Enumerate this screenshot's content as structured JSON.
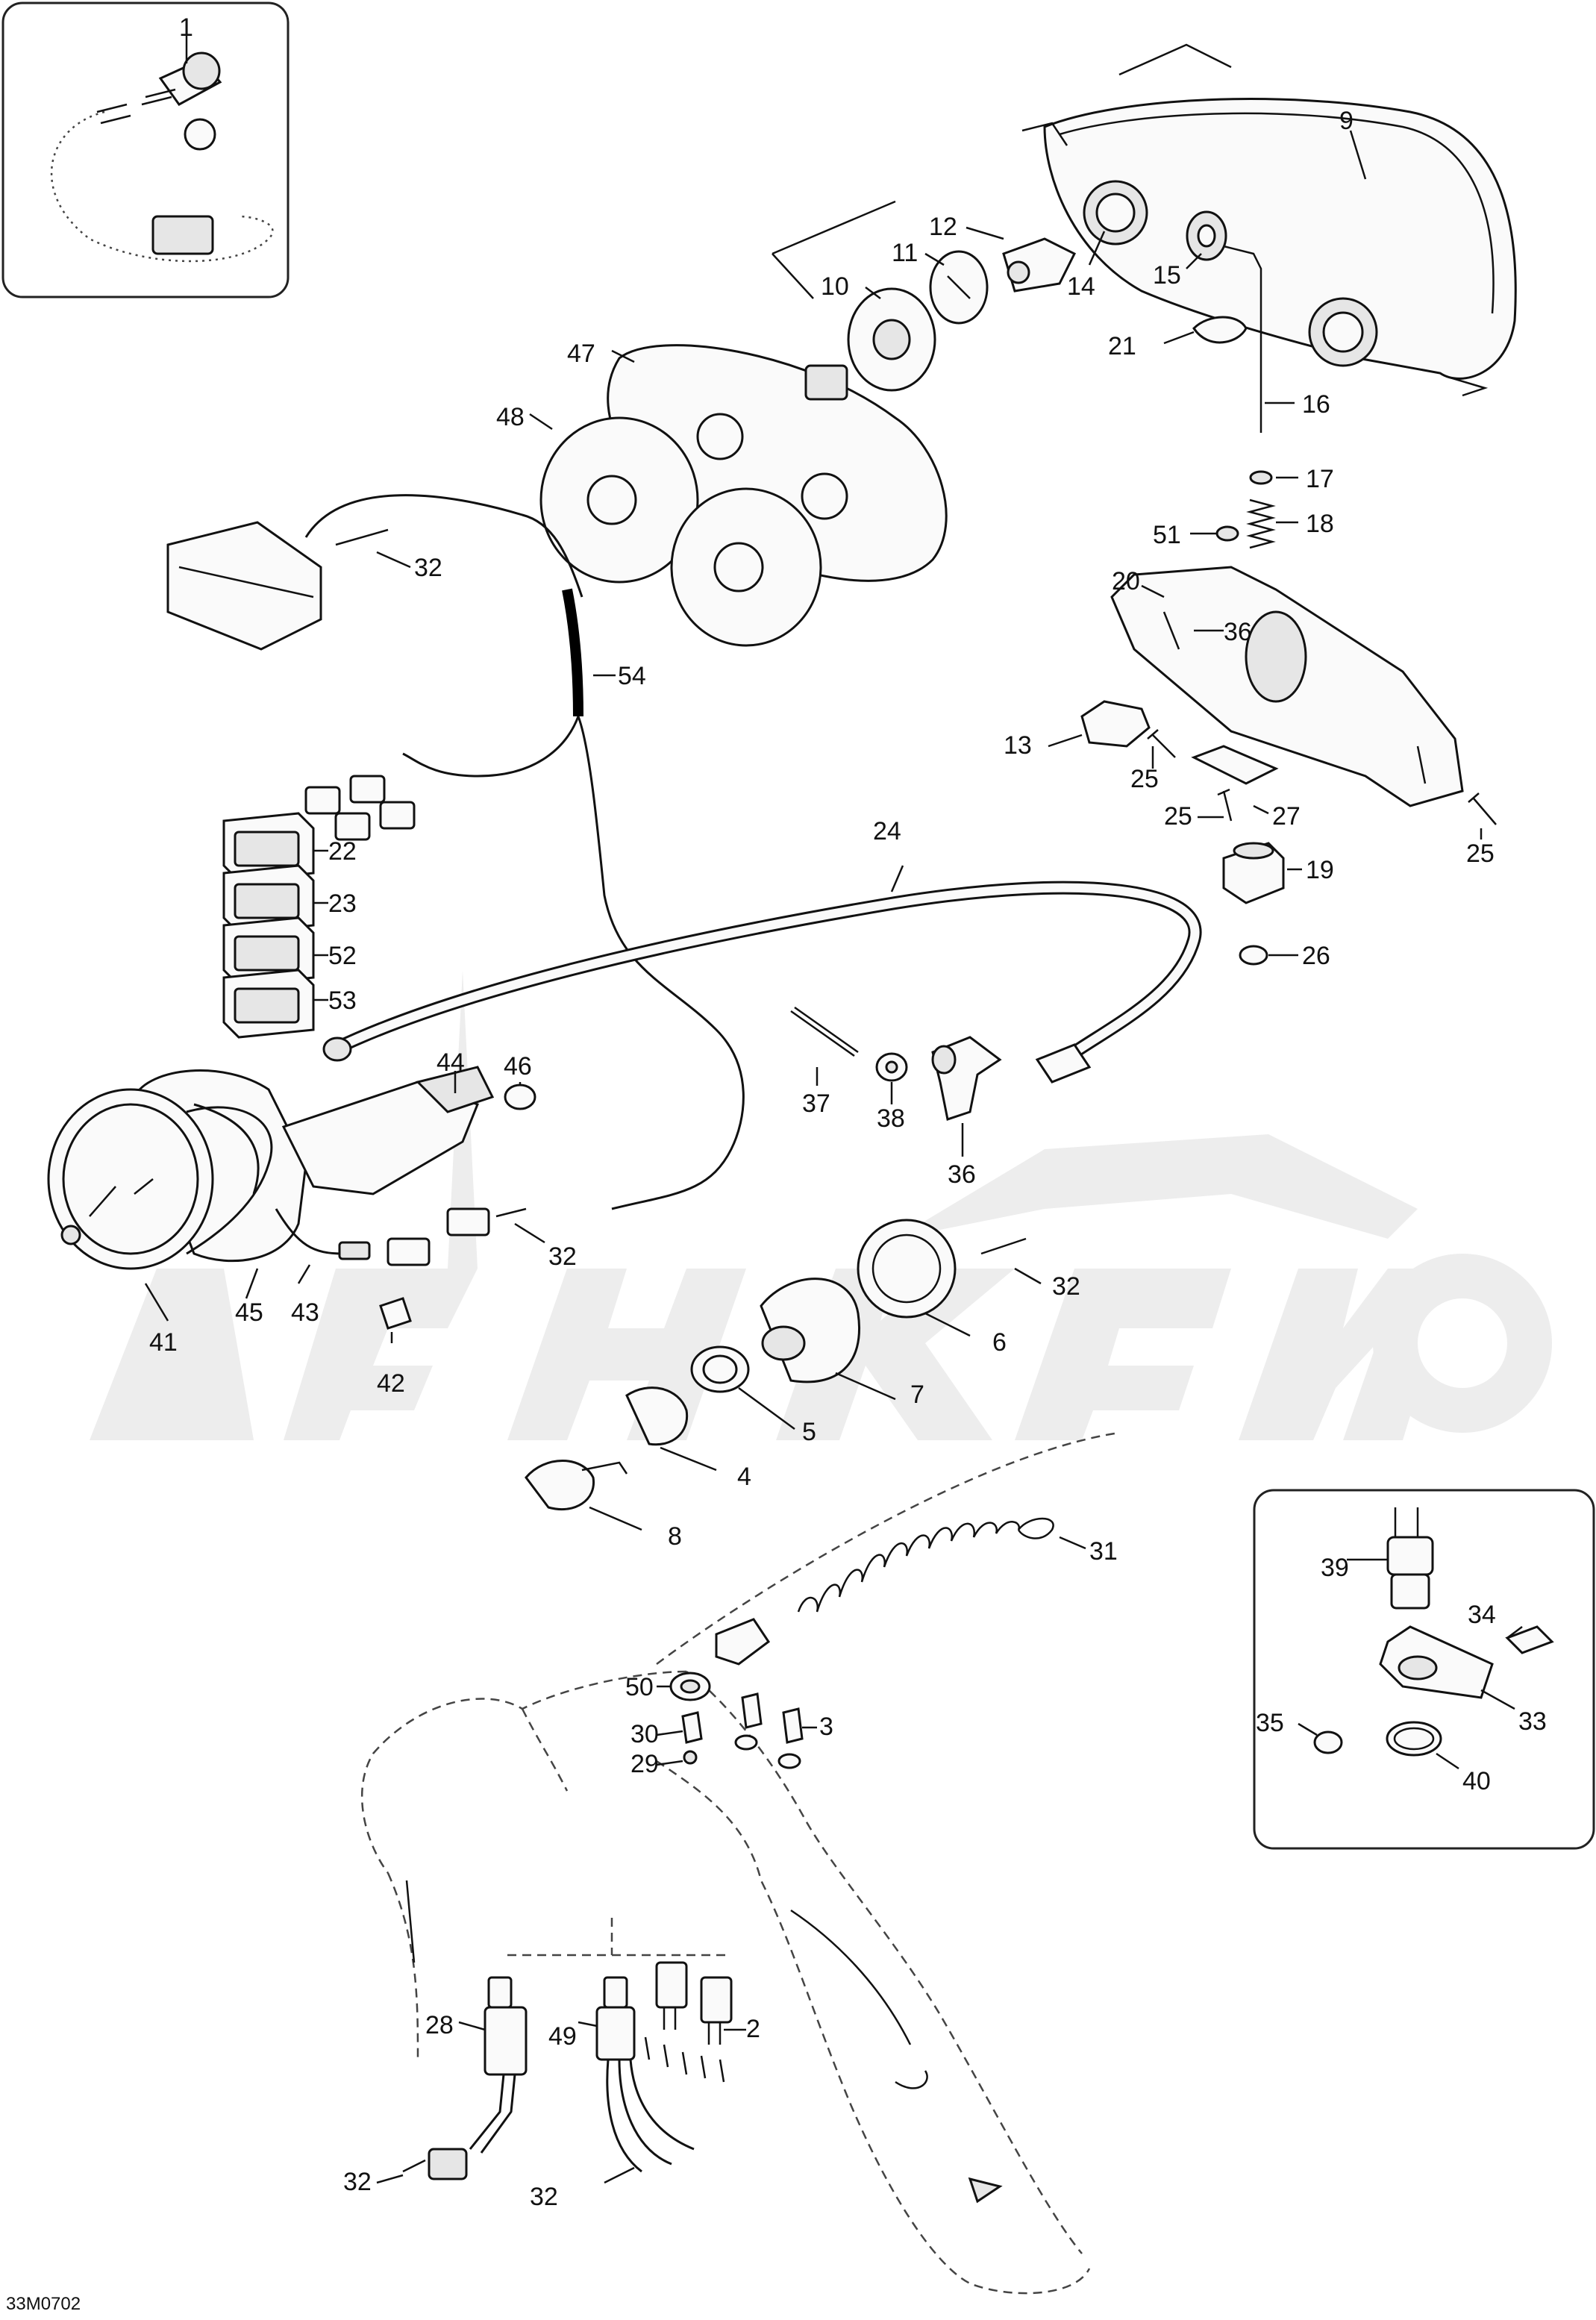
{
  "diagram": {
    "drawing_code": "33M0702",
    "part_labels": [
      {
        "id": "p1",
        "text": "1"
      },
      {
        "id": "p2",
        "text": "2"
      },
      {
        "id": "p3",
        "text": "3"
      },
      {
        "id": "p4",
        "text": "4"
      },
      {
        "id": "p5",
        "text": "5"
      },
      {
        "id": "p6",
        "text": "6"
      },
      {
        "id": "p7",
        "text": "7"
      },
      {
        "id": "p8",
        "text": "8"
      },
      {
        "id": "p9",
        "text": "9"
      },
      {
        "id": "p10",
        "text": "10"
      },
      {
        "id": "p11",
        "text": "11"
      },
      {
        "id": "p12",
        "text": "12"
      },
      {
        "id": "p13",
        "text": "13"
      },
      {
        "id": "p14",
        "text": "14"
      },
      {
        "id": "p15",
        "text": "15"
      },
      {
        "id": "p16",
        "text": "16"
      },
      {
        "id": "p17",
        "text": "17"
      },
      {
        "id": "p18",
        "text": "18"
      },
      {
        "id": "p19",
        "text": "19"
      },
      {
        "id": "p20",
        "text": "20"
      },
      {
        "id": "p21",
        "text": "21"
      },
      {
        "id": "p22",
        "text": "22"
      },
      {
        "id": "p23",
        "text": "23"
      },
      {
        "id": "p24",
        "text": "24"
      },
      {
        "id": "p25a",
        "text": "25"
      },
      {
        "id": "p25b",
        "text": "25"
      },
      {
        "id": "p25c",
        "text": "25"
      },
      {
        "id": "p26",
        "text": "26"
      },
      {
        "id": "p27",
        "text": "27"
      },
      {
        "id": "p28",
        "text": "28"
      },
      {
        "id": "p29",
        "text": "29"
      },
      {
        "id": "p30",
        "text": "30"
      },
      {
        "id": "p31",
        "text": "31"
      },
      {
        "id": "p32a",
        "text": "32"
      },
      {
        "id": "p32b",
        "text": "32"
      },
      {
        "id": "p32c",
        "text": "32"
      },
      {
        "id": "p32d",
        "text": "32"
      },
      {
        "id": "p32e",
        "text": "32"
      },
      {
        "id": "p33",
        "text": "33"
      },
      {
        "id": "p34",
        "text": "34"
      },
      {
        "id": "p35",
        "text": "35"
      },
      {
        "id": "p36a",
        "text": "36"
      },
      {
        "id": "p36b",
        "text": "36"
      },
      {
        "id": "p37",
        "text": "37"
      },
      {
        "id": "p38",
        "text": "38"
      },
      {
        "id": "p39",
        "text": "39"
      },
      {
        "id": "p40",
        "text": "40"
      },
      {
        "id": "p41",
        "text": "41"
      },
      {
        "id": "p42",
        "text": "42"
      },
      {
        "id": "p43",
        "text": "43"
      },
      {
        "id": "p44",
        "text": "44"
      },
      {
        "id": "p45",
        "text": "45"
      },
      {
        "id": "p46",
        "text": "46"
      },
      {
        "id": "p47",
        "text": "47"
      },
      {
        "id": "p48",
        "text": "48"
      },
      {
        "id": "p49",
        "text": "49"
      },
      {
        "id": "p50",
        "text": "50"
      },
      {
        "id": "p51",
        "text": "51"
      },
      {
        "id": "p52",
        "text": "52"
      },
      {
        "id": "p53",
        "text": "53"
      },
      {
        "id": "p54",
        "text": "54"
      }
    ]
  }
}
